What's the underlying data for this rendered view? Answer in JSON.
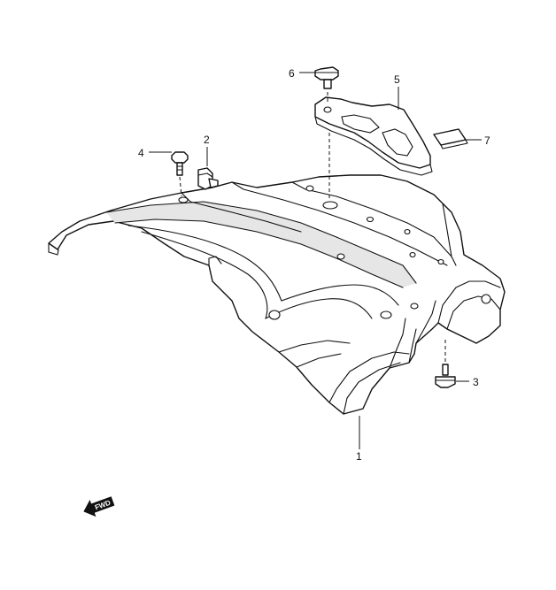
{
  "diagram": {
    "callouts": [
      {
        "id": "1",
        "label": "1"
      },
      {
        "id": "2",
        "label": "2"
      },
      {
        "id": "3",
        "label": "3"
      },
      {
        "id": "4",
        "label": "4"
      },
      {
        "id": "5",
        "label": "5"
      },
      {
        "id": "6",
        "label": "6"
      },
      {
        "id": "7",
        "label": "7"
      }
    ],
    "direction_marker": {
      "label": "FWD",
      "icon": "forward-arrow-icon"
    },
    "colors": {
      "line": "#111111",
      "background": "#ffffff"
    }
  }
}
